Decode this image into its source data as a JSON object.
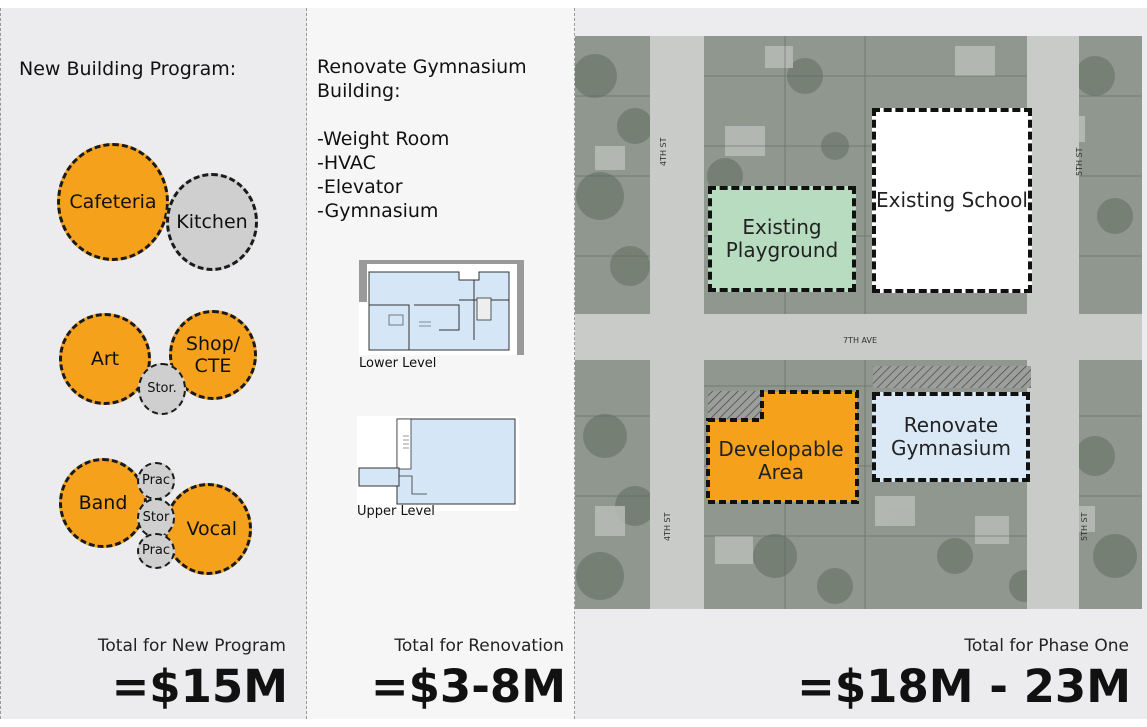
{
  "program": {
    "heading": "New Building Program:",
    "bubbles": {
      "cafeteria": "Cafeteria",
      "kitchen": "Kitchen",
      "art": "Art",
      "shop": "Shop/ CTE",
      "stor_art": "Stor.",
      "band": "Band",
      "prac_top": "Prac",
      "stor_band": "Stor",
      "prac_bottom": "Prac",
      "vocal": "Vocal"
    },
    "total_label": "Total for New Program",
    "total_value": "=$15M"
  },
  "renovation": {
    "heading": "Renovate Gymnasium Building:",
    "items": [
      "-Weight Room",
      "-HVAC",
      "-Elevator",
      "-Gymnasium"
    ],
    "lower_label": "Lower Level",
    "upper_label": "Upper Level",
    "total_label": "Total for Renovation",
    "total_value": "=$3-8M"
  },
  "site": {
    "zones": {
      "existing_school": "Existing School",
      "existing_playground": "Existing Playground",
      "developable_area": "Developable Area",
      "renovate_gymnasium": "Renovate Gymnasium"
    },
    "streets": {
      "fourth_top": "4TH ST",
      "fourth_bottom": "4TH ST",
      "fifth_top": "5TH ST",
      "fifth_bottom": "5TH ST",
      "seventh_ave": "7TH AVE"
    },
    "total_label": "Total for Phase One",
    "total_value": "=$18M - 23M"
  },
  "colors": {
    "orange": "#f5a11c",
    "grey": "#cfcfcf",
    "playground_green": "#b7dcc0",
    "gym_blue": "#dbe9f6",
    "school_white": "#ffffff"
  }
}
